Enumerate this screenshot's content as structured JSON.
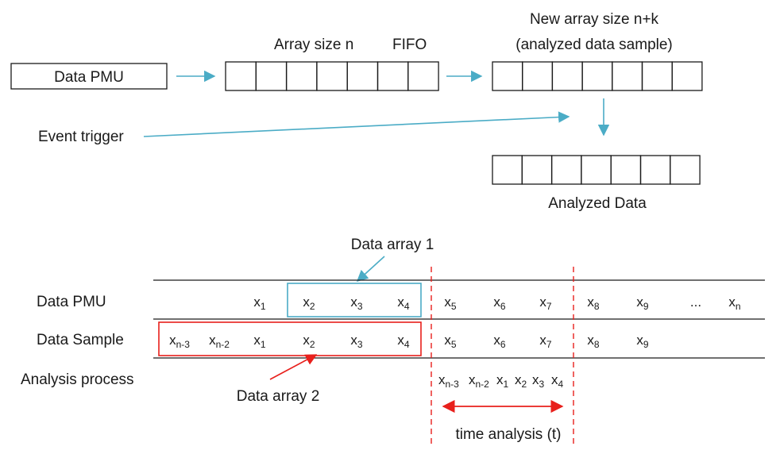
{
  "top": {
    "source_label": "Data PMU",
    "fifo_array_label": "Array size n",
    "fifo_label": "FIFO",
    "new_array_label_1": "New array size n+k",
    "new_array_label_2": "(analyzed data sample)",
    "event_trigger_label": "Event trigger",
    "analyzed_label": "Analyzed Data",
    "fifo_cells": 7,
    "new_array_cells": 7,
    "analyzed_cells": 7
  },
  "bottom": {
    "rows": [
      {
        "label": "Data PMU",
        "cells": [
          {
            "b": "",
            "s": ""
          },
          {
            "b": "",
            "s": ""
          },
          {
            "b": "x",
            "s": "1"
          },
          {
            "b": "x",
            "s": "2"
          },
          {
            "b": "x",
            "s": "3"
          },
          {
            "b": "x",
            "s": "4"
          },
          {
            "b": "x",
            "s": "5"
          },
          {
            "b": "x",
            "s": "6"
          },
          {
            "b": "x",
            "s": "7"
          },
          {
            "b": "x",
            "s": "8"
          },
          {
            "b": "x",
            "s": "9"
          },
          {
            "b": "...",
            "s": ""
          },
          {
            "b": "x",
            "s": "n"
          }
        ]
      },
      {
        "label": "Data Sample",
        "cells": [
          {
            "b": "x",
            "s": "n-3"
          },
          {
            "b": "x",
            "s": "n-2"
          },
          {
            "b": "x",
            "s": "1"
          },
          {
            "b": "x",
            "s": "2"
          },
          {
            "b": "x",
            "s": "3"
          },
          {
            "b": "x",
            "s": "4"
          },
          {
            "b": "x",
            "s": "5"
          },
          {
            "b": "x",
            "s": "6"
          },
          {
            "b": "x",
            "s": "7"
          },
          {
            "b": "x",
            "s": "8"
          },
          {
            "b": "x",
            "s": "9"
          },
          {
            "b": "",
            "s": ""
          },
          {
            "b": "",
            "s": ""
          }
        ]
      },
      {
        "label": "Analysis process",
        "cells": []
      }
    ],
    "analysis_sequence": [
      {
        "b": "x",
        "s": "n-3"
      },
      {
        "b": "x",
        "s": "n-2"
      },
      {
        "b": "x",
        "s": "1"
      },
      {
        "b": "x",
        "s": "2"
      },
      {
        "b": "x",
        "s": "3"
      },
      {
        "b": "x",
        "s": "4"
      }
    ],
    "data_array_1_label": "Data array 1",
    "data_array_2_label": "Data array 2",
    "time_analysis_label": "time analysis (t)"
  },
  "colors": {
    "teal_arrow": "#4bacc6",
    "blue_box": "#4bacc6",
    "red": "#e8201c",
    "line": "#1a1a1a"
  }
}
